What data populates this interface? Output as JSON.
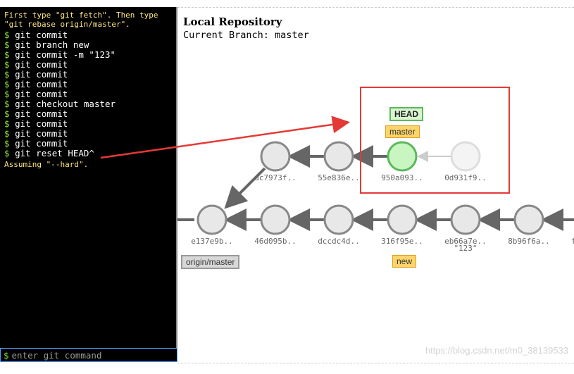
{
  "terminal": {
    "intro": "First type \"git fetch\". Then type \"git rebase origin/master\".",
    "prompt_symbol": "$",
    "commands": [
      "git commit",
      "git branch new",
      "git commit -m \"123\"",
      "git commit",
      "git commit",
      "git commit",
      "git commit",
      "git checkout master",
      "git commit",
      "git commit",
      "git commit",
      "git commit",
      "git reset HEAD^"
    ],
    "response": "Assuming \"--hard\".",
    "input_placeholder": "enter git command"
  },
  "repo": {
    "title": "Local Repository",
    "current_branch_label": "Current Branch: master"
  },
  "commits": {
    "dc7973f": "dc7973f..",
    "55e836e": "55e836e..",
    "950a093": "950a093..",
    "0d931f9": "0d931f9..",
    "e137e9b": "e137e9b..",
    "46d095b": "46d095b..",
    "dccdc4d": "dccdc4d..",
    "316f95e": "316f95e..",
    "eb66a7e": "eb66a7e..",
    "eb66a7e_msg": "\"123\"",
    "8b96f6a": "8b96f6a..",
    "cut": "f"
  },
  "tags": {
    "head": "HEAD",
    "master": "master",
    "new": "new",
    "origin_master": "origin/master"
  },
  "watermark": "https://blog.csdn.net/m0_38139533",
  "colors": {
    "annotation_red": "#e53935",
    "head_node": "#c8f5c0",
    "head_border": "#5cb85c",
    "branch_tag": "#fcd56a"
  }
}
